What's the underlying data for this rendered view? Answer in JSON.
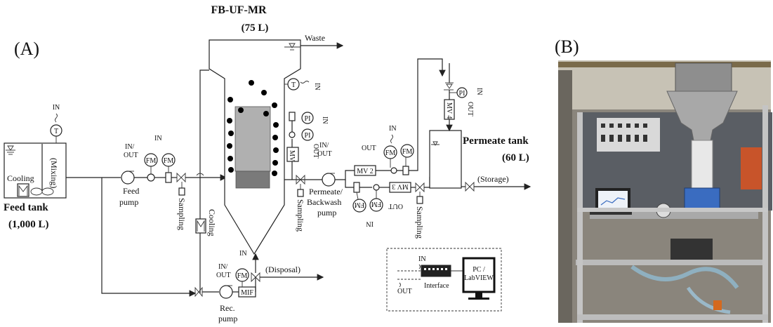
{
  "panels": {
    "a": "(A)",
    "b": "(B)"
  },
  "reactor": {
    "name": "FB-UF-MR",
    "volume": "(75 L)",
    "waste": "Waste",
    "temp_tag": "T",
    "io_in": "IN"
  },
  "feed": {
    "name": "Feed tank",
    "volume": "(1,000 L)",
    "cooling": "Cooling",
    "mixing": "(Mixing)",
    "temp_tag": "T",
    "io_in": "IN",
    "pump_line1": "Feed",
    "pump_line2": "pump"
  },
  "feed_line": {
    "io_in": "IN/",
    "io_out": "OUT",
    "io_in2": "IN",
    "flowmeter": "FM",
    "flowmeter2": "FM",
    "sampling": "Sampling"
  },
  "recirc": {
    "cooling": "Cooling",
    "io_in": "IN/",
    "io_out": "OUT",
    "flowmeter": "FM",
    "mif": "MIF",
    "disposal": "(Disposal)",
    "pump_line1": "Rec.",
    "pump_line2": "pump",
    "io_in2": "IN"
  },
  "permeate_pump": {
    "pi1": "PI",
    "pi2": "PI",
    "io_in": "IN",
    "io_out": "OUT",
    "mv": "MV",
    "sampling": "Sampling",
    "io_inout1": "IN/",
    "io_inout2": "OUT",
    "line1": "Permeate/",
    "line2": "Backwash",
    "line3": "pump"
  },
  "valves": {
    "mv2": "MV 2",
    "mv3": "MV 3",
    "mv4": "MV 4",
    "fm_a": "FM",
    "fm_b": "FM",
    "fm_c": "FM",
    "fm_d": "FM",
    "in_a": "IN",
    "out_a": "OUT",
    "out_b": "OUT",
    "in_b": "IN",
    "sampling": "Sampling"
  },
  "permeate_tank": {
    "name": "Permeate tank",
    "volume": "(60 L)",
    "storage": "(Storage)",
    "pi": "PI",
    "io_in": "IN",
    "io_out": "OUT"
  },
  "control": {
    "interface": "Interface",
    "pc_line1": "PC /",
    "pc_line2": "LabVIEW",
    "io_in": "IN",
    "io_out": "OUT"
  }
}
